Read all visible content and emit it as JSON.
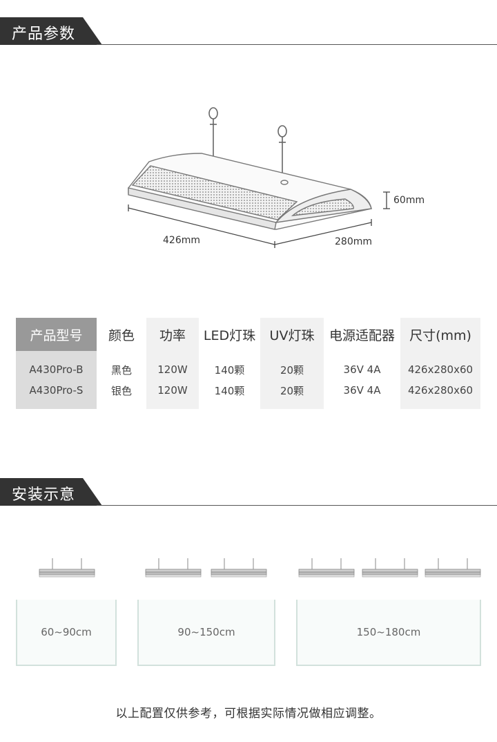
{
  "section1": {
    "title": "产品参数"
  },
  "diagram": {
    "height_label": "60mm",
    "length_label": "426mm",
    "width_label": "280mm"
  },
  "table": {
    "headers": [
      "产品型号",
      "颜色",
      "功率",
      "LED灯珠",
      "UV灯珠",
      "电源适配器",
      "尺寸(mm)"
    ],
    "rows": [
      [
        "A430Pro-B",
        "黑色",
        "120W",
        "140颗",
        "20颗",
        "36V 4A",
        "426x280x60"
      ],
      [
        "A430Pro-S",
        "银色",
        "120W",
        "140颗",
        "20颗",
        "36V 4A",
        "426x280x60"
      ]
    ]
  },
  "section2": {
    "title": "安装示意"
  },
  "install": {
    "configs": [
      {
        "range": "60~90cm",
        "lamps": 1
      },
      {
        "range": "90~150cm",
        "lamps": 2
      },
      {
        "range": "150~180cm",
        "lamps": 3
      }
    ]
  },
  "note": "以上配置仅供参考，可根据实际情况做相应调整。"
}
